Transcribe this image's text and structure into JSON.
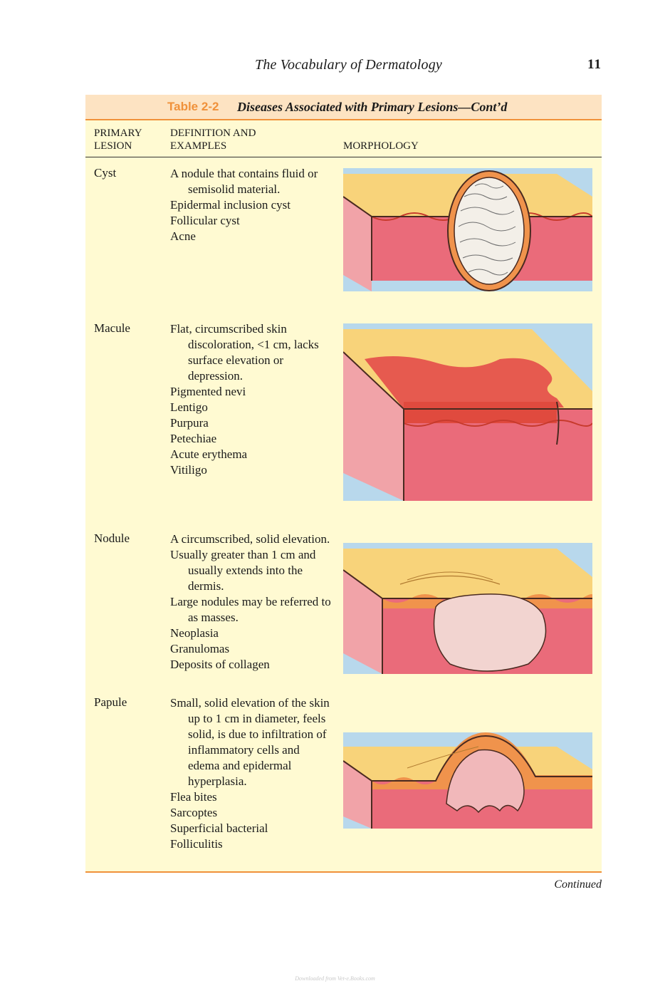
{
  "running_head": {
    "title": "The Vocabulary of Dermatology",
    "page_number": "11"
  },
  "table": {
    "number": "Table 2-2",
    "title": "Diseases Associated with Primary Lesions—Cont’d",
    "headers": {
      "col1_line1": "PRIMARY",
      "col1_line2": "LESION",
      "col2_line1": "DEFINITION AND",
      "col2_line2": "EXAMPLES",
      "col3": "MORPHOLOGY"
    },
    "rows": [
      {
        "lesion": "Cyst",
        "definition": "A nodule that contains fluid or semisolid material.",
        "examples": [
          "Epidermal inclusion cyst",
          "Follicular cyst",
          "Acne"
        ],
        "morphology_icon": "cyst-illustration"
      },
      {
        "lesion": "Macule",
        "definition": "Flat, circumscribed skin discoloration, <1 cm, lacks surface elevation or depression.",
        "examples": [
          "Pigmented nevi",
          "Lentigo",
          "Purpura",
          "Petechiae",
          "Acute erythema",
          "Vitiligo"
        ],
        "morphology_icon": "macule-illustration"
      },
      {
        "lesion": "Nodule",
        "definition": "A circumscribed, solid elevation.",
        "definition2": "Usually greater than 1 cm and usually extends into the dermis.",
        "definition3": "Large nodules may be referred to as masses.",
        "examples": [
          "Neoplasia",
          "Granulomas",
          "Deposits of collagen"
        ],
        "morphology_icon": "nodule-illustration"
      },
      {
        "lesion": "Papule",
        "definition": "Small, solid elevation of the skin up to 1 cm in diameter, feels solid, is due to infiltration of inflammatory cells and edema and epidermal hyperplasia.",
        "examples": [
          "Flea bites",
          "Sarcoptes",
          "Superficial bacterial",
          "Folliculitis"
        ],
        "morphology_icon": "papule-illustration"
      }
    ]
  },
  "continued": "Continued",
  "watermark": "Downloaded from Vet-e.Books.com",
  "colors": {
    "caption_bg": "#fde3c2",
    "accent": "#f0913a",
    "table_bg": "#fffad2"
  }
}
